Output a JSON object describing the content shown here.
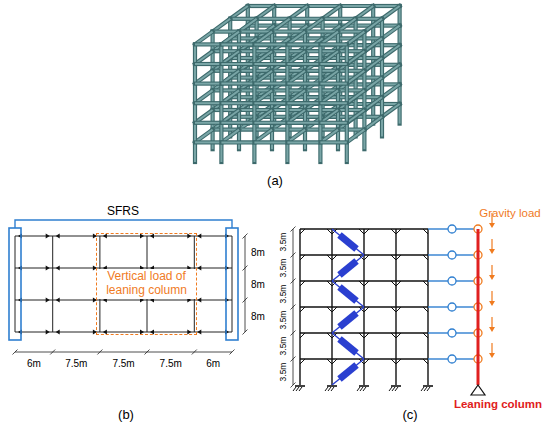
{
  "diagram": {
    "nodes": [
      {
        "text": [
          "Vertical load of leaning column"
        ]
      }
    ],
    "labels": [
      "(a)",
      "(b)",
      "(c)",
      "SFRS",
      "6m",
      "7.5m",
      "7.5m",
      "7.5m",
      "6m",
      "8m",
      "8m",
      "8m",
      "3.5m",
      "3.5m",
      "3.5m",
      "3.5m",
      "3.5m",
      "3.5m",
      "Gravity load",
      "Leaning column"
    ]
  }
}
